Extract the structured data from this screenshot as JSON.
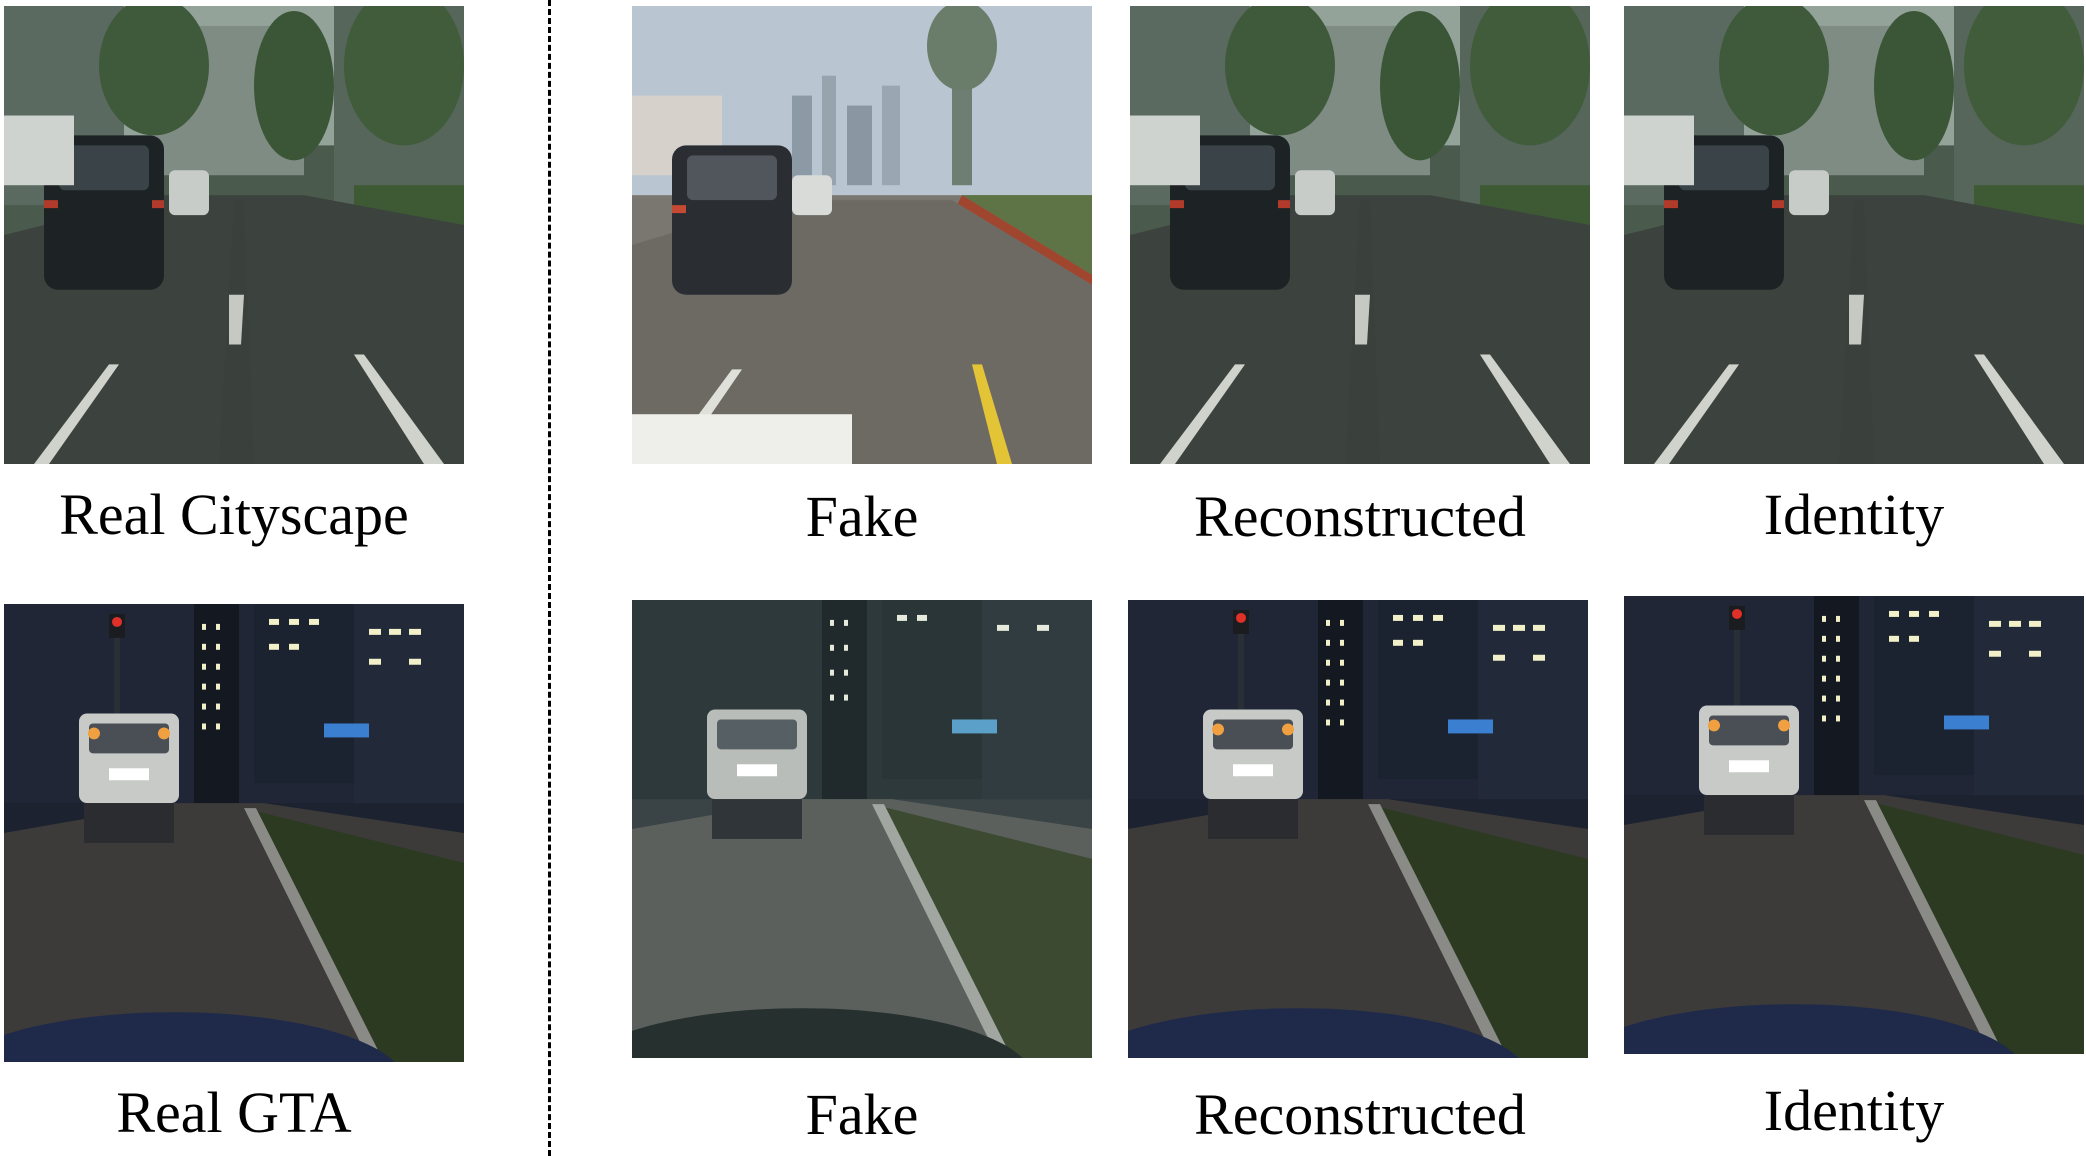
{
  "captions": {
    "row1": {
      "real": "Real Cityscape",
      "fake": "Fake",
      "reconstructed": "Reconstructed",
      "identity": "Identity"
    },
    "row2": {
      "real": "Real GTA",
      "fake": "Fake",
      "reconstructed": "Reconstructed",
      "identity": "Identity"
    }
  },
  "colors": {
    "background": "#ffffff",
    "text": "#000000",
    "divider": "#000000"
  }
}
